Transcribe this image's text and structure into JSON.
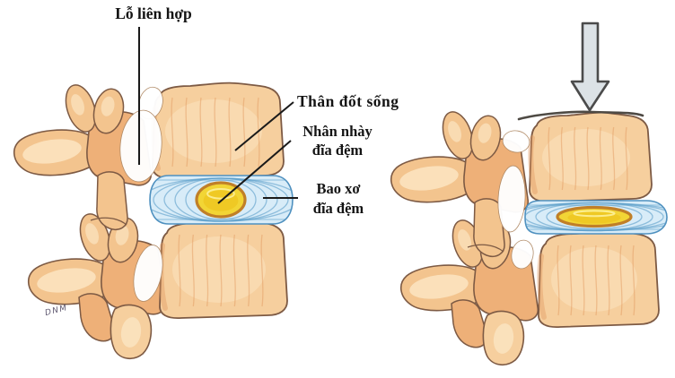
{
  "figure": {
    "type": "anatomical-diagram",
    "language": "vi",
    "background": "#ffffff",
    "labels": {
      "foramen": "Lỗ liên hợp",
      "vertebral_body": "Thân đốt sống",
      "nucleus_pulposus": "Nhân nhày\nđĩa đệm",
      "annulus_fibrosus": "Bao xơ\nđĩa đệm"
    },
    "signature": "DNM",
    "icons": {
      "compression_arrow": "down-arrow-icon"
    },
    "colors": {
      "bone": "#f6cf9e",
      "bone_mid": "#f3c48e",
      "bone_deep": "#eeb078",
      "bone_highlight": "#fbe5c2",
      "bone_shadow": "#e0955c",
      "outline": "#7d5a44",
      "disc_fill": "#d8ecf8",
      "disc_ring": "#5b9ec9",
      "disc_edge": "#4e90bf",
      "nucleus_fill": "#f2d535",
      "nucleus_core": "#eec41f",
      "nucleus_ring": "#c07f28",
      "label_line": "#1a1a1a",
      "arrow_fill": "#dce2e6",
      "arrow_stroke": "#4b4b4b"
    }
  }
}
